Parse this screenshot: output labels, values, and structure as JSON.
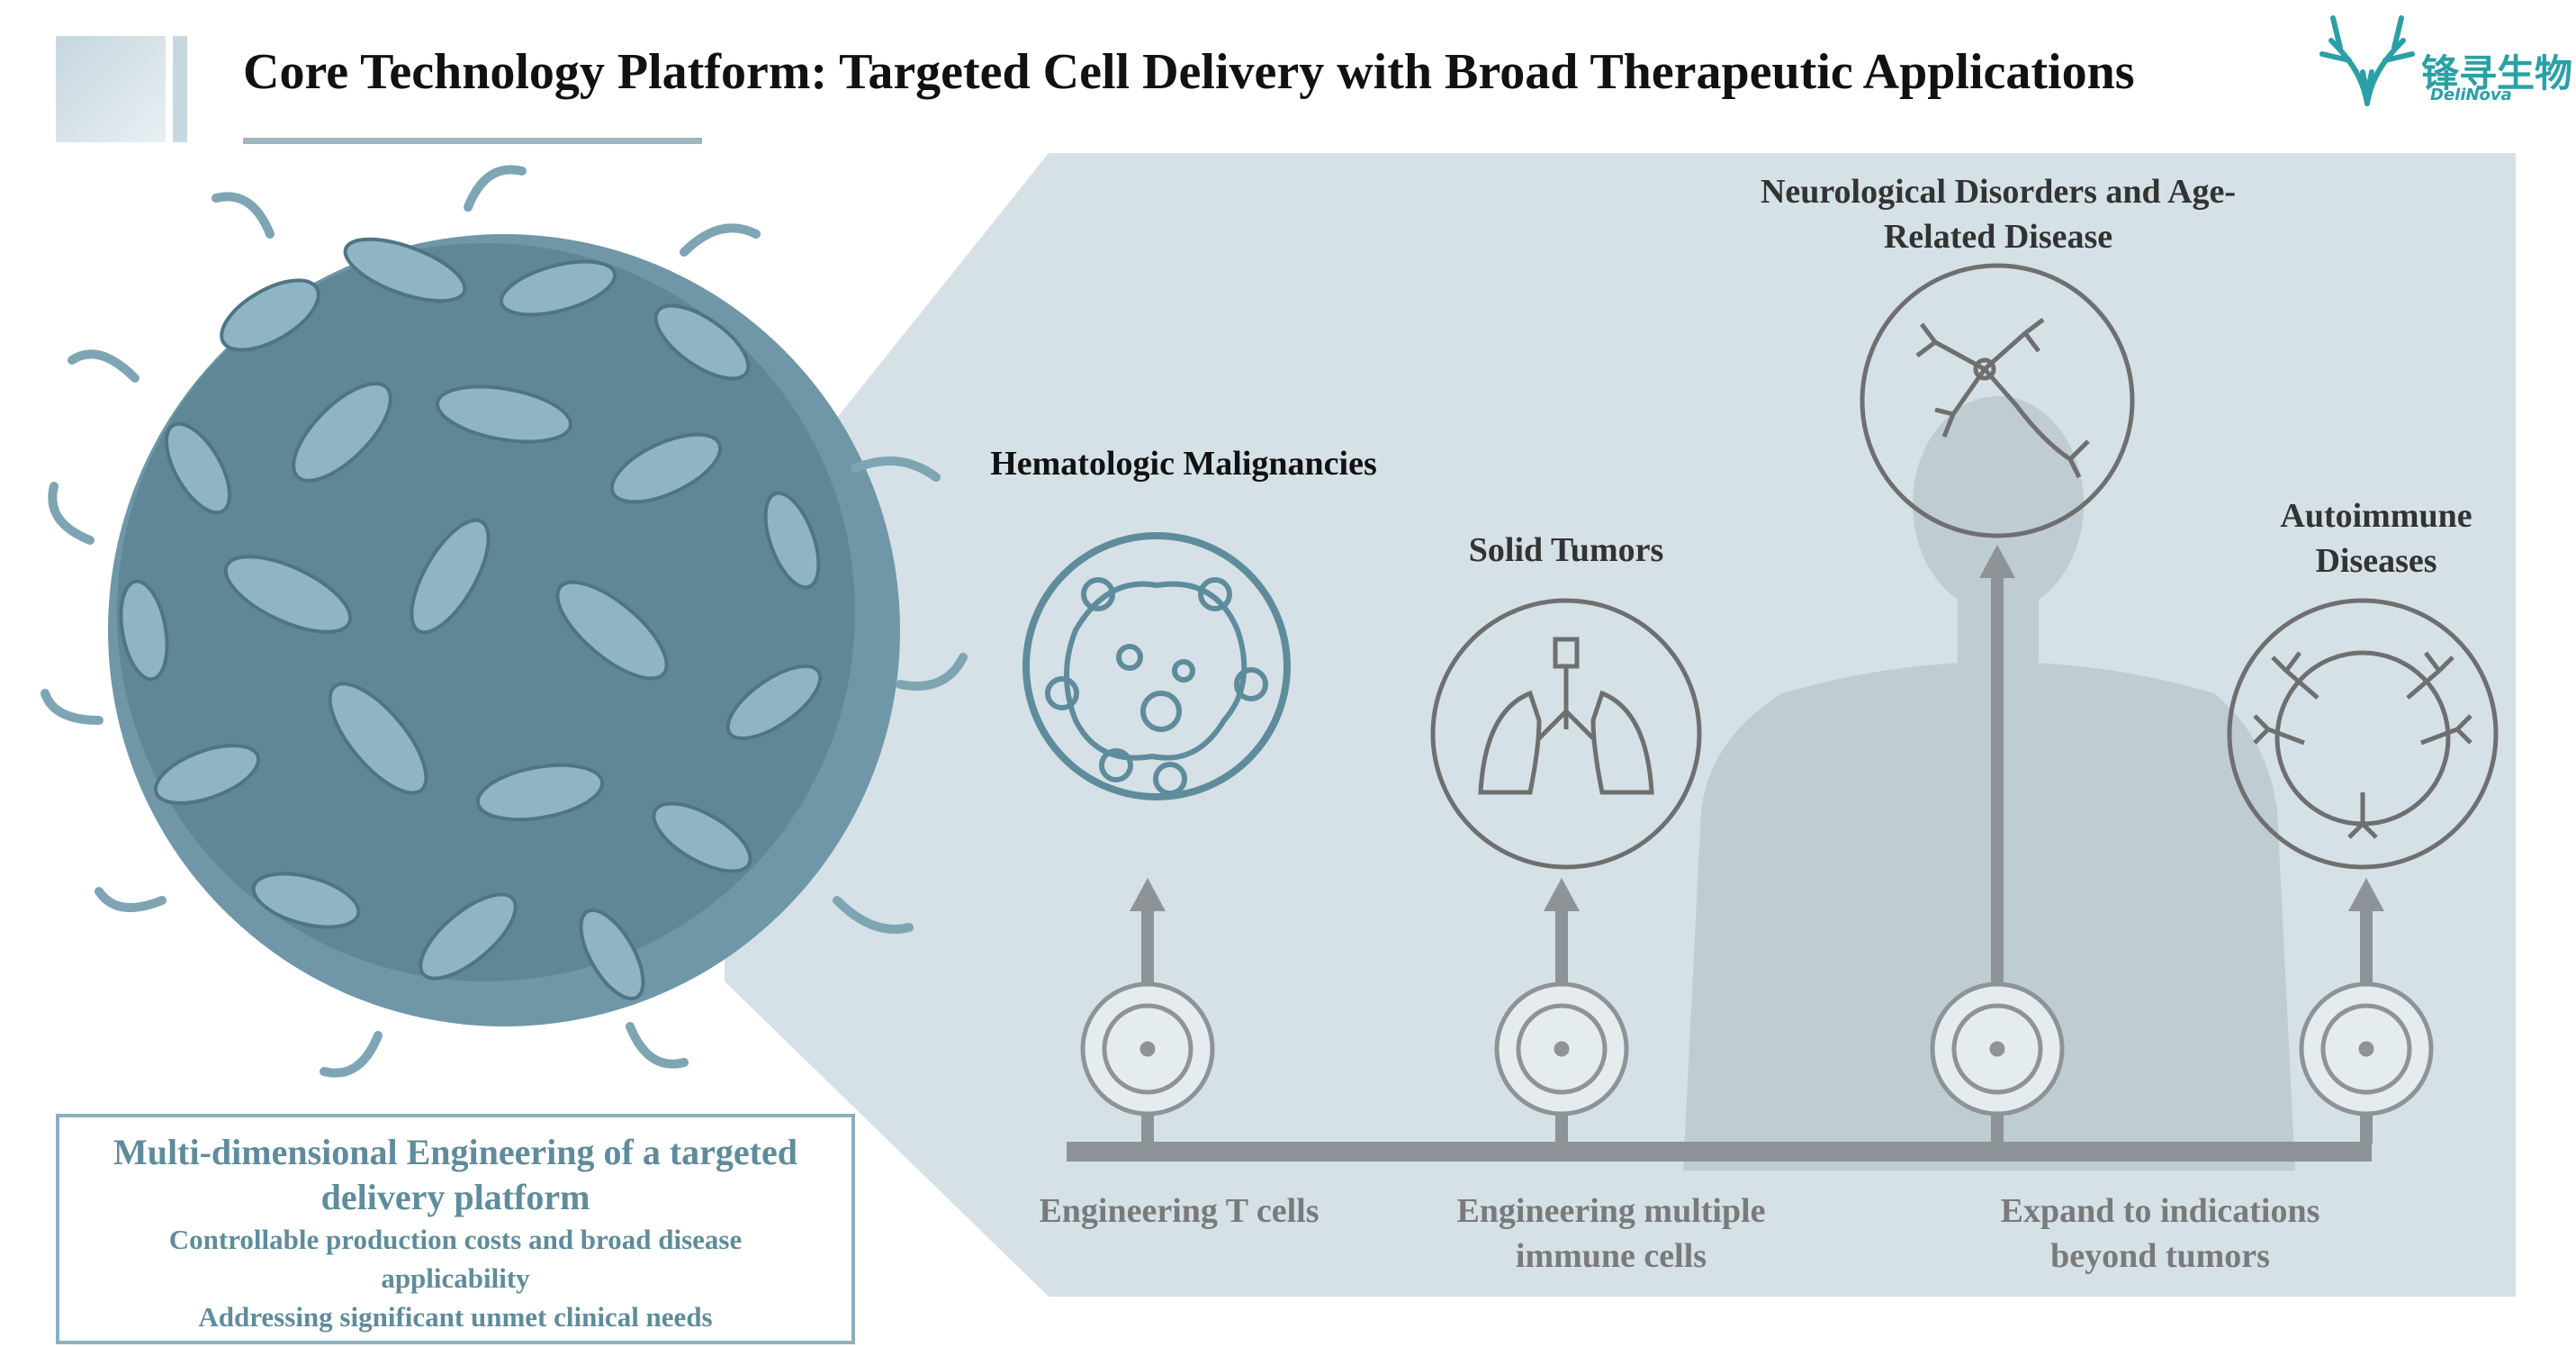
{
  "header": {
    "title": "Core Technology Platform: Targeted Cell Delivery with Broad Therapeutic Applications"
  },
  "logo": {
    "text_cn": "锋寻生物",
    "text_en": "DeliNova",
    "icon": "antler-icon"
  },
  "indications": [
    {
      "label": "Hematologic Malignancies",
      "icon": "virus-icon"
    },
    {
      "label": "Solid Tumors",
      "icon": "lungs-icon"
    },
    {
      "label_line1": "Neurological Disorders and Age-",
      "label_line2": "Related Disease",
      "icon": "neuron-icon"
    },
    {
      "label_line1": "Autoimmune",
      "label_line2": "Diseases",
      "icon": "antibody-cell-icon"
    }
  ],
  "stages": [
    {
      "line1": "Engineering T cells"
    },
    {
      "line1": "Engineering multiple",
      "line2": "immune cells"
    },
    {
      "line1": "Expand to indications",
      "line2": "beyond tumors"
    }
  ],
  "summary_box": {
    "title_line1": "Multi-dimensional Engineering of a targeted",
    "title_line2": "delivery platform",
    "line1": "Controllable production costs and broad disease",
    "line2": "applicability",
    "line3": "Addressing significant unmet clinical needs"
  },
  "colors": {
    "panel_bg": "#d5e1e6",
    "accent": "#5f8c9c",
    "arrow": "#8d9396",
    "cell": "#7ea5b4"
  }
}
